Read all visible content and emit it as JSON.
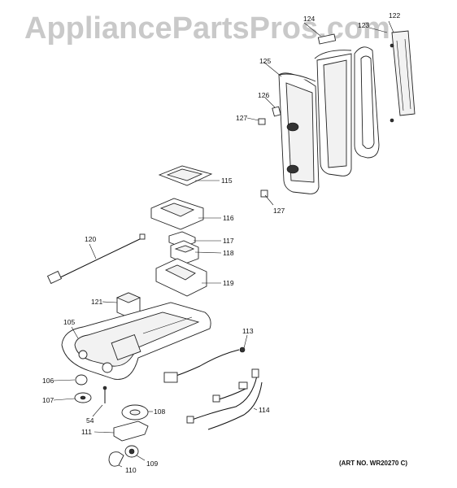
{
  "watermark": "AppliancePartsPros.com",
  "art_number": "(ART NO. WR20270 C)",
  "callouts": {
    "c105": "105",
    "c106": "106",
    "c107": "107",
    "c108": "108",
    "c109": "109",
    "c110": "110",
    "c111": "111",
    "c113": "113",
    "c114": "114",
    "c115": "115",
    "c116": "116",
    "c117": "117",
    "c118": "118",
    "c119": "119",
    "c120": "120",
    "c121": "121",
    "c122": "122",
    "c123": "123",
    "c124": "124",
    "c125": "125",
    "c126": "126",
    "c127a": "127",
    "c127b": "127",
    "c54": "54"
  }
}
